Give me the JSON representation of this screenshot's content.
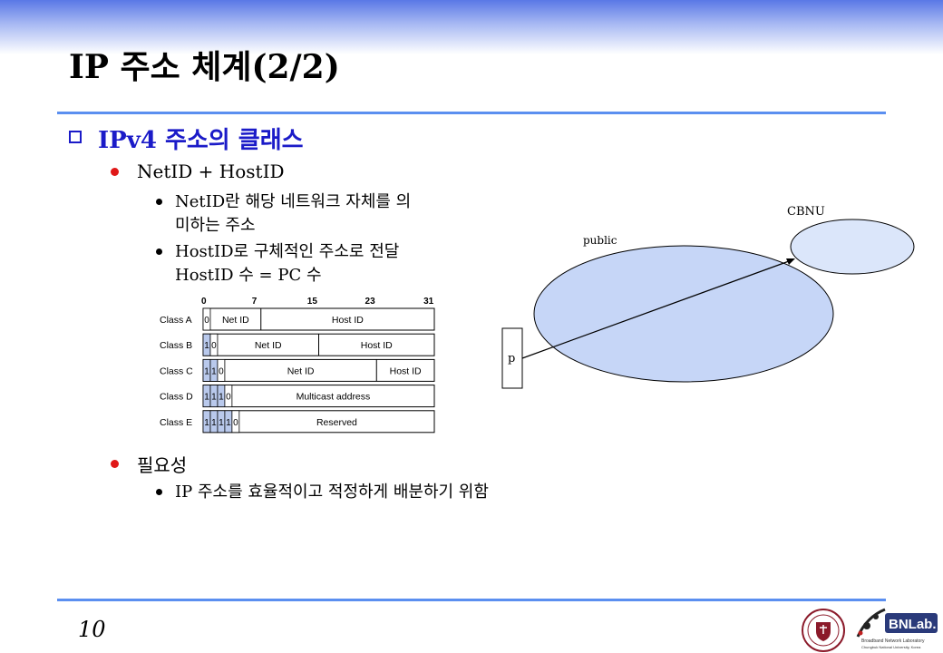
{
  "title": "IP 주소 체계(2/2)",
  "section": "IPv4 주소의 클래스",
  "bullets": {
    "b1": "NetID + HostID",
    "b1_1_line1": "NetID란 해당 네트워크 자체를 의",
    "b1_1_line2": "미하는 주소",
    "b1_2_line1": "HostID로 구체적인 주소로 전달",
    "b1_2_line2": "HostID 수 = PC 수",
    "b2": "필요성",
    "b2_1": "IP 주소를 효율적이고 적정하게 배분하기 위함"
  },
  "class_table": {
    "bit_labels": [
      "0",
      "7",
      "15",
      "23",
      "31"
    ],
    "rows": [
      {
        "label": "Class A",
        "prefix": "0",
        "fields": [
          "Net ID",
          "Host ID"
        ]
      },
      {
        "label": "Class B",
        "prefix": "10",
        "fields": [
          "Net ID",
          "Host ID"
        ]
      },
      {
        "label": "Class C",
        "prefix": "110",
        "fields": [
          "Net ID",
          "Host ID"
        ]
      },
      {
        "label": "Class D",
        "prefix": "1110",
        "fields": [
          "Multicast address"
        ]
      },
      {
        "label": "Class E",
        "prefix": "11110",
        "fields": [
          "Reserved"
        ]
      }
    ],
    "prefix_color": "#b9c9ec"
  },
  "network": {
    "public_label": "public",
    "cbnu_label": "CBNU",
    "pc_label": "p",
    "ellipse_color": "#c6d6f7",
    "cbnu_color": "#dbe6fa"
  },
  "page_number": "10",
  "logo": {
    "brand": "BNLab.",
    "subtitle1": "Broadband Network Laboratory",
    "subtitle2": "Chungbuk National University, Korea"
  },
  "colors": {
    "rule": "#5b8ff0",
    "section": "#1b1bc8",
    "bullet": "#e01818"
  }
}
